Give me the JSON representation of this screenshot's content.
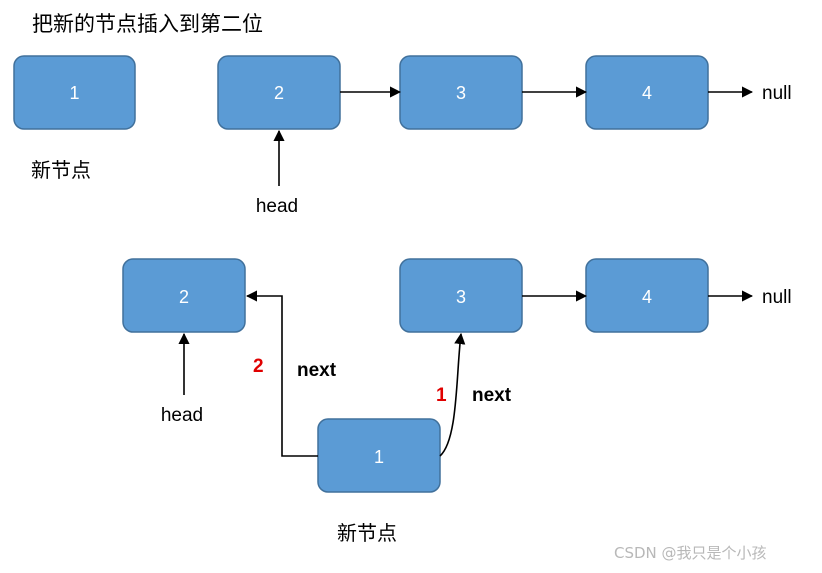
{
  "title": "把新的节点插入到第二位",
  "top_row": {
    "new_node_value": "1",
    "new_node_caption": "新节点",
    "list_values": [
      "2",
      "3",
      "4"
    ],
    "head_label": "head",
    "null_label": "null"
  },
  "bottom_row": {
    "nodes": [
      "2",
      "3",
      "4"
    ],
    "new_node_value": "1",
    "new_node_caption": "新节点",
    "head_label": "head",
    "null_label": "null",
    "step_1": "1",
    "step_2": "2",
    "next_label_1": "next",
    "next_label_2": "next"
  },
  "watermark": "CSDN @我只是个小孩",
  "colors": {
    "node_fill": "#5b9bd5",
    "node_stroke": "#41719c",
    "step_color": "#e00000"
  }
}
